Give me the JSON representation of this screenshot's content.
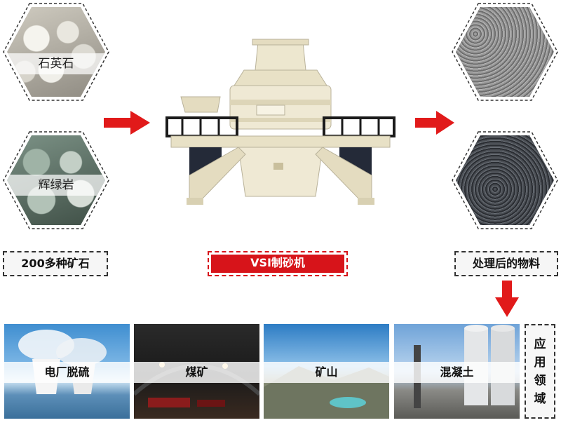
{
  "inputs": {
    "quartz_label": "石英石",
    "gabbro_label": "辉绿岩",
    "caption": "200多种矿石"
  },
  "machine": {
    "caption": "VSI制砂机"
  },
  "outputs": {
    "caption": "处理后的物料"
  },
  "applications": {
    "title_chars": [
      "应",
      "用",
      "领",
      "域"
    ],
    "tiles": [
      "电厂脱硫",
      "煤矿",
      "矿山",
      "混凝土"
    ]
  },
  "colors": {
    "accent_red": "#d7141a",
    "machine_cream": "#ede7cf",
    "frame_black": "#1b1b1b"
  }
}
